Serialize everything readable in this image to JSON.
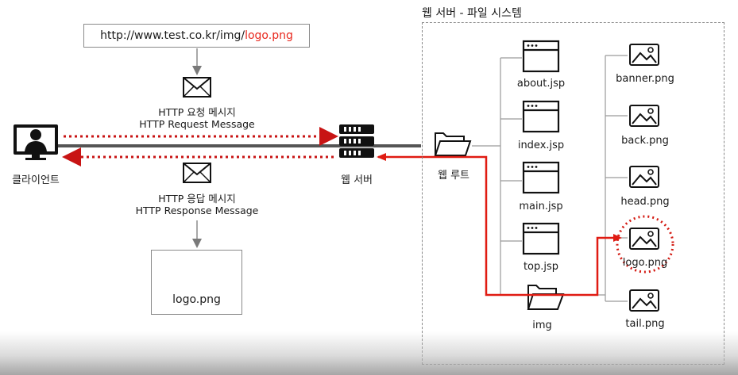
{
  "url": {
    "prefix": "http://www.test.co.kr/img/",
    "file": "logo.png"
  },
  "request": {
    "line1": "HTTP 요청 메시지",
    "line2": "HTTP Request Message"
  },
  "response": {
    "line1": "HTTP 응답 메시지",
    "line2": "HTTP Response Message"
  },
  "client": {
    "label": "클라이언트",
    "icon": "user-monitor-icon"
  },
  "server": {
    "label": "웹 서버",
    "icon": "server-rack-icon"
  },
  "result": {
    "label": "logo.png",
    "icon": "image-icon"
  },
  "filesystem": {
    "title": "웹 서버 - 파일 시스템",
    "root": "웹 루트",
    "jsp_files": [
      "about.jsp",
      "index.jsp",
      "main.jsp",
      "top.jsp"
    ],
    "img_folder": "img",
    "images": [
      "banner.png",
      "back.png",
      "head.png",
      "logo.png",
      "tail.png"
    ],
    "highlighted": "logo.png"
  },
  "colors": {
    "accent": "#e8261c",
    "line": "#555555",
    "dark": "#111111",
    "box_border": "#8a8a8a"
  }
}
